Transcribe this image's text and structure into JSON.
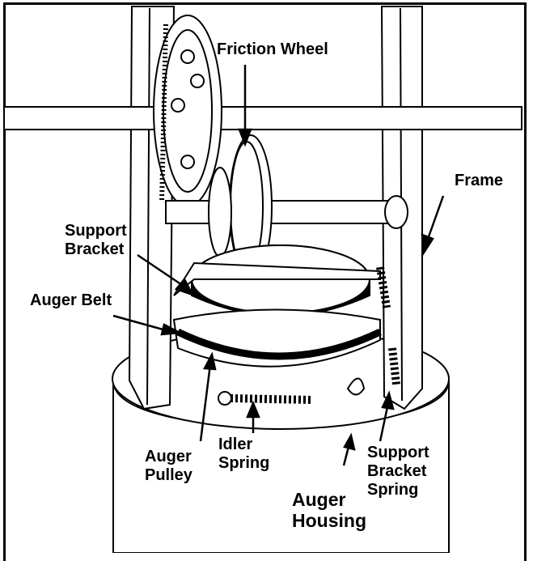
{
  "labels": {
    "friction_wheel": "Friction Wheel",
    "frame": "Frame",
    "support_bracket": "Support\nBracket",
    "auger_belt": "Auger Belt",
    "idler_spring": "Idler\nSpring",
    "auger_pulley": "Auger\nPulley",
    "support_bracket_spring": "Support\nBracket\nSpring",
    "auger_housing": "Auger\nHousing"
  },
  "colors": {
    "ink": "#000000",
    "paper": "#ffffff"
  }
}
